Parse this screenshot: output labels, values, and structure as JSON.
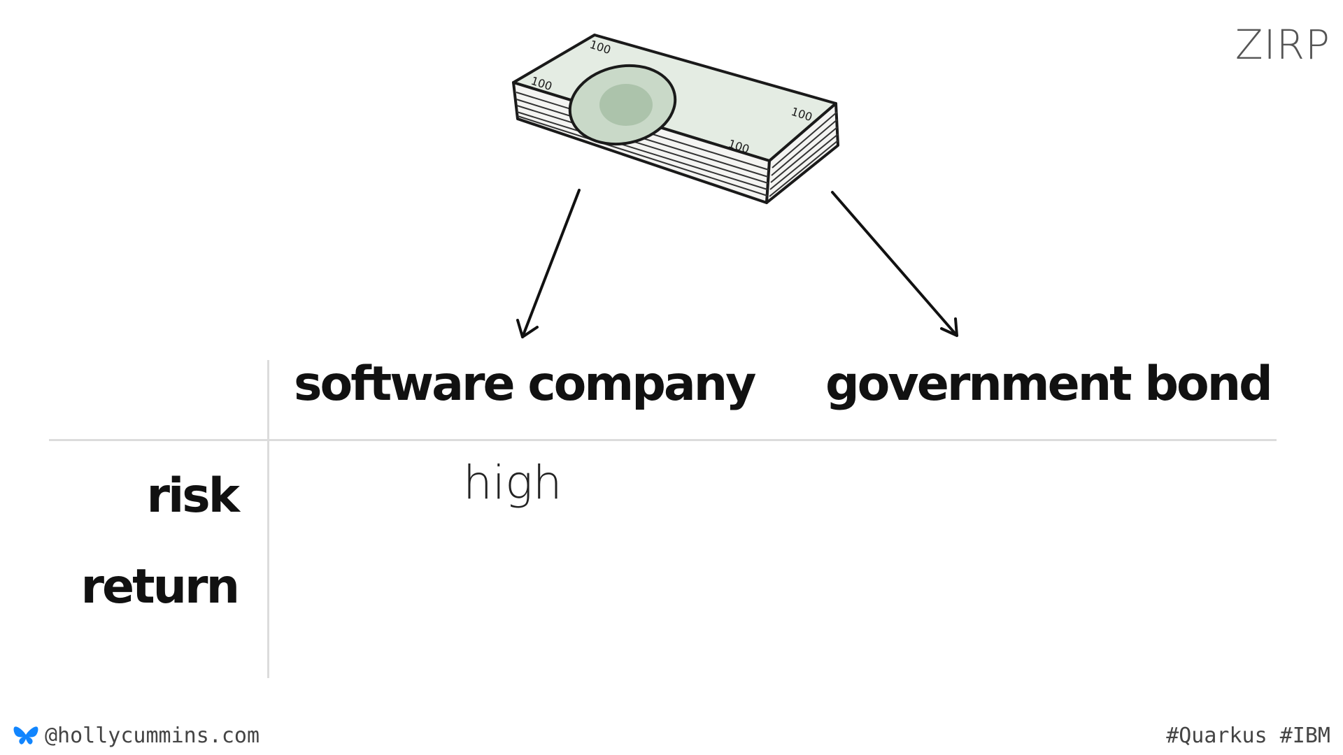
{
  "slide": {
    "title": "ZIRP",
    "illustration": "stack-of-banknotes",
    "columns": [
      {
        "label": "software company"
      },
      {
        "label": "government bond"
      }
    ],
    "rows": [
      {
        "label": "risk",
        "values": [
          "high",
          ""
        ]
      },
      {
        "label": "return",
        "values": [
          "",
          ""
        ]
      }
    ]
  },
  "footer": {
    "handle": "@hollycummins.com",
    "hashtags": "#Quarkus #IBM",
    "handle_icon": "bluesky-butterfly-icon",
    "icon_color": "#1185fe"
  }
}
